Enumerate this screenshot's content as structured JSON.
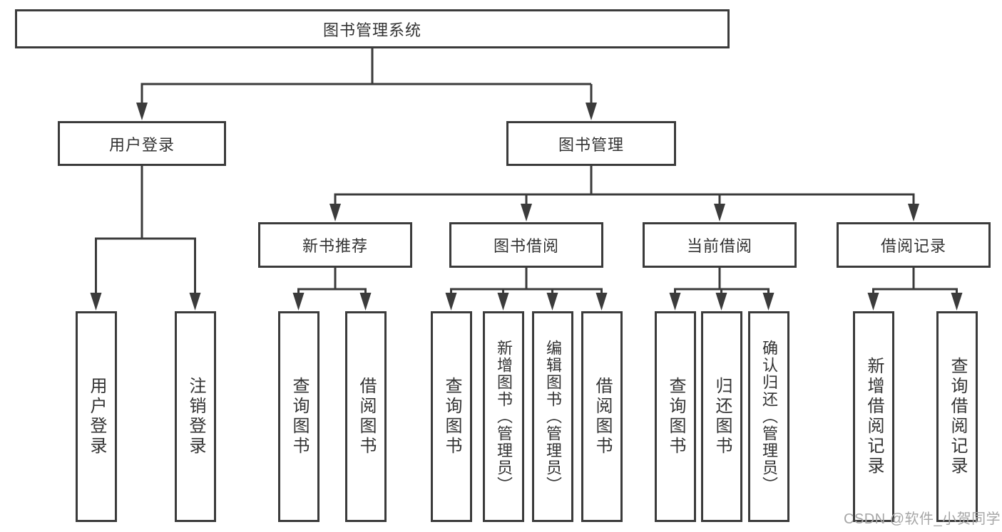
{
  "tree": {
    "root": "图书管理系统",
    "user_login": {
      "label": "用户登录",
      "children": [
        "用户登录",
        "注销登录"
      ]
    },
    "book_mgmt": {
      "label": "图书管理",
      "sections": {
        "new_book_rec": {
          "label": "新书推荐",
          "children": [
            "查询图书",
            "借阅图书"
          ]
        },
        "book_borrow": {
          "label": "图书借阅",
          "children": [
            "查询图书",
            "新增图书（管理员）",
            "编辑图书（管理员）",
            "借阅图书"
          ]
        },
        "current_borrow": {
          "label": "当前借阅",
          "children": [
            "查询图书",
            "归还图书",
            "确认归还（管理员）"
          ]
        },
        "borrow_records": {
          "label": "借阅记录",
          "children": [
            "新增借阅记录",
            "查询借阅记录"
          ]
        }
      }
    }
  },
  "watermark": {
    "text": "CSDN @软件_小贺同学"
  },
  "colors": {
    "line": "#3b3b3b",
    "text": "#333333",
    "watermark": "#a6a6a6",
    "background": "#ffffff"
  }
}
